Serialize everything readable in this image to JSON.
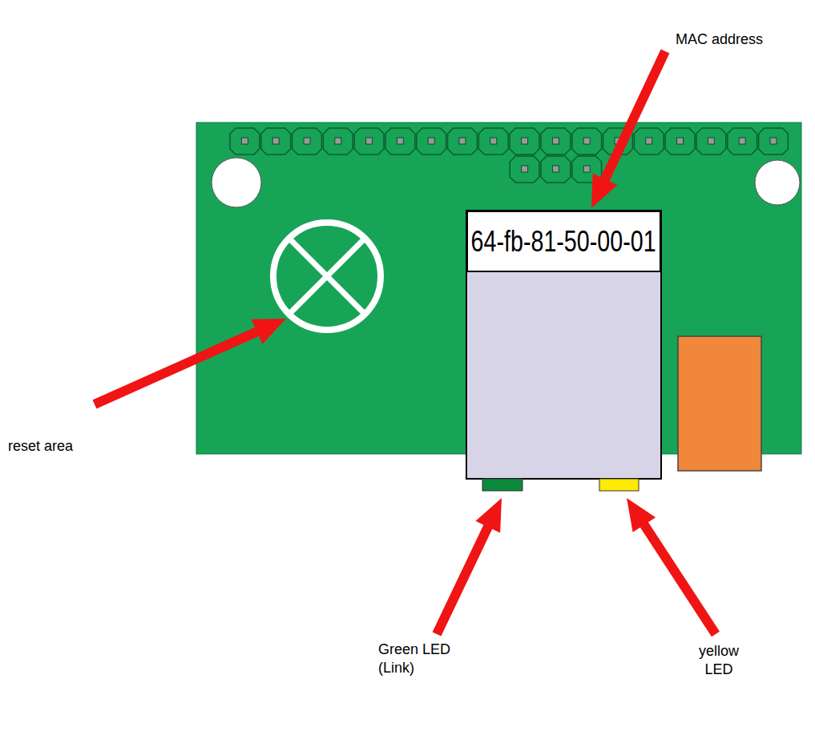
{
  "diagram": {
    "nodes": [
      {
        "text": [
          "64-fb-81-50-00-01"
        ]
      }
    ],
    "labels": [
      "MAC address",
      "reset area",
      "Green LED (Link)",
      "yellow LED"
    ]
  }
}
